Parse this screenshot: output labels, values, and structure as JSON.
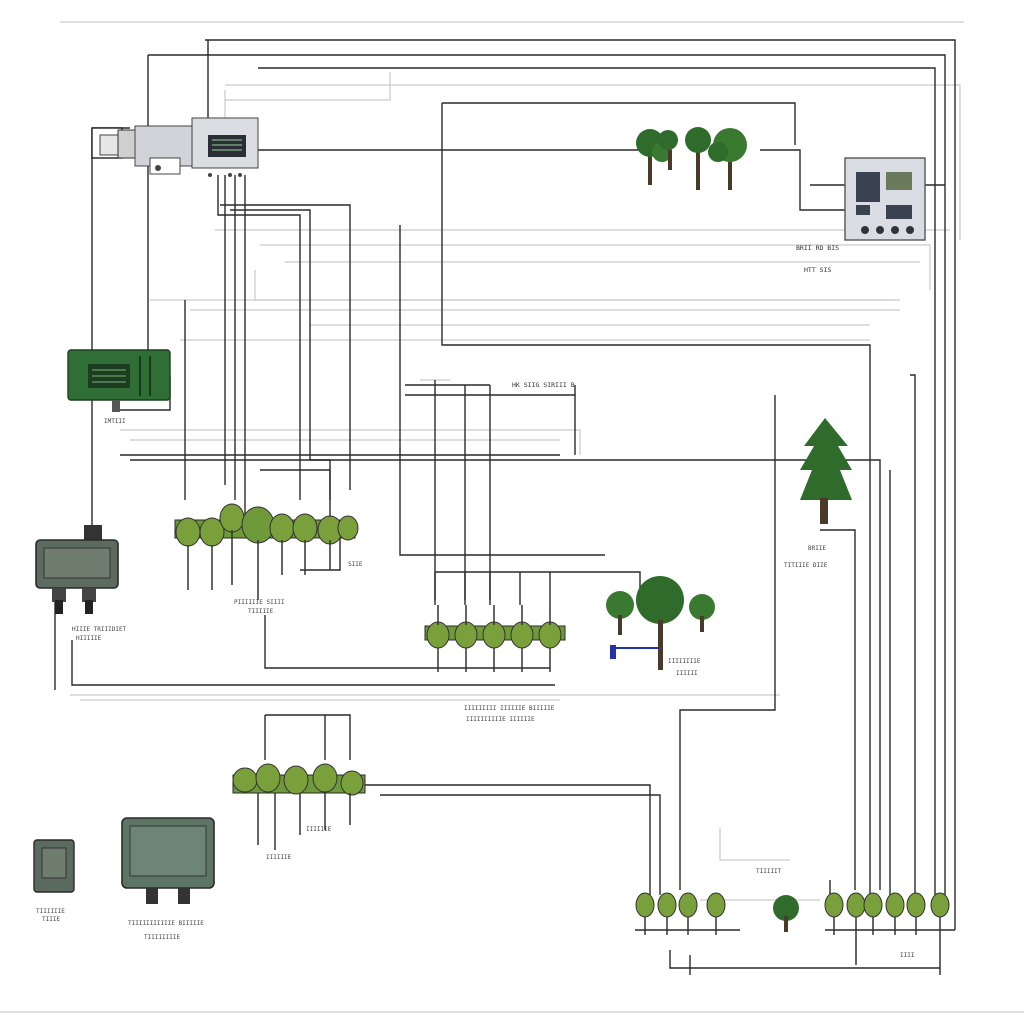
{
  "palette": {
    "wire": "#2a2a2a",
    "wire_light": "#9a9a9a",
    "wire_faint": "#c9c9c9",
    "leaf": "#2f6b2a",
    "leaf_light": "#6f9a3a",
    "valve_body": "#7aa03c",
    "trunk": "#4a3a2a",
    "box_green": "#2f6e35",
    "box_gray": "#5c6b5f",
    "panel": "#d9dce3"
  },
  "labels": {
    "panel_right_a": "BRII RD BIS",
    "panel_right_b": "HTT SIS",
    "center_top": "HK SIIG SIRIII B",
    "green_box": "IMTIII",
    "left_box_a": "HIIIE TRIIIDIET",
    "left_box_b": "HIIIIIE",
    "valve_group_a": "PIIIIIIE SIIII",
    "valve_group_a2": "TIIIIIE",
    "valve_group_a3": "SIIE",
    "tree_right": "BRIIE",
    "tree_right2": "TITIIIE DIIE",
    "tree_mid": "IIIIIIIIE",
    "tree_mid2": "IIIIII",
    "center_mid_a": "IIIIIIIII IIIIIIE BIIIIIE",
    "center_mid_b": "IIIIIIIIIIE IIIIIIE",
    "lower_group": "IIIIIIE",
    "lower_group2": "IIIIIIE",
    "bottom_left_a": "TIIIIIIE",
    "bottom_left_b": "TIIIE",
    "bottom_box_a": "TIIIIIIIIIIIE BIIIIIE",
    "bottom_box_b": "TIIIIIIIIE",
    "bottom_right": "TIIIIIT",
    "bottom_right2": "IIII"
  }
}
